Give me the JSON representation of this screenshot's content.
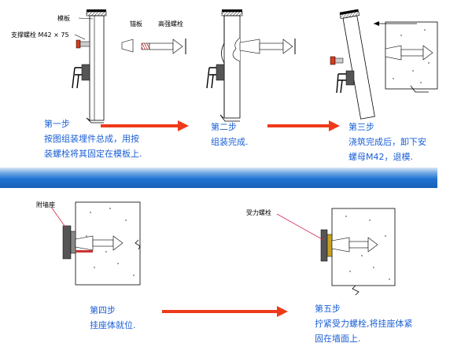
{
  "colors": {
    "step_text": "#1a5fd6",
    "arrow": "#ee3a1a",
    "band": "#1f73d1",
    "callout": "#d4264b"
  },
  "labels": {
    "template": "模板",
    "support_bolt": "支撑螺栓 M42 × 75",
    "bearing": "锚板",
    "high_strength_bolt": "高强螺栓",
    "attachment": "附墙座",
    "stress_bolt": "受力螺栓"
  },
  "steps": [
    {
      "title": "第一步",
      "lines": [
        "按图组装埋件总成，用按",
        "装螺栓将其固定在模板上."
      ]
    },
    {
      "title": "第二步",
      "lines": [
        "组装完成."
      ]
    },
    {
      "title": "第三步",
      "lines": [
        "浇筑完成后，卸下安",
        "螺母M42，退模."
      ]
    },
    {
      "title": "第四步",
      "lines": [
        "挂座体就位."
      ]
    },
    {
      "title": "第五步",
      "lines": [
        "拧紧受力螺栓,将挂座体紧",
        "固在墙面上."
      ]
    }
  ]
}
